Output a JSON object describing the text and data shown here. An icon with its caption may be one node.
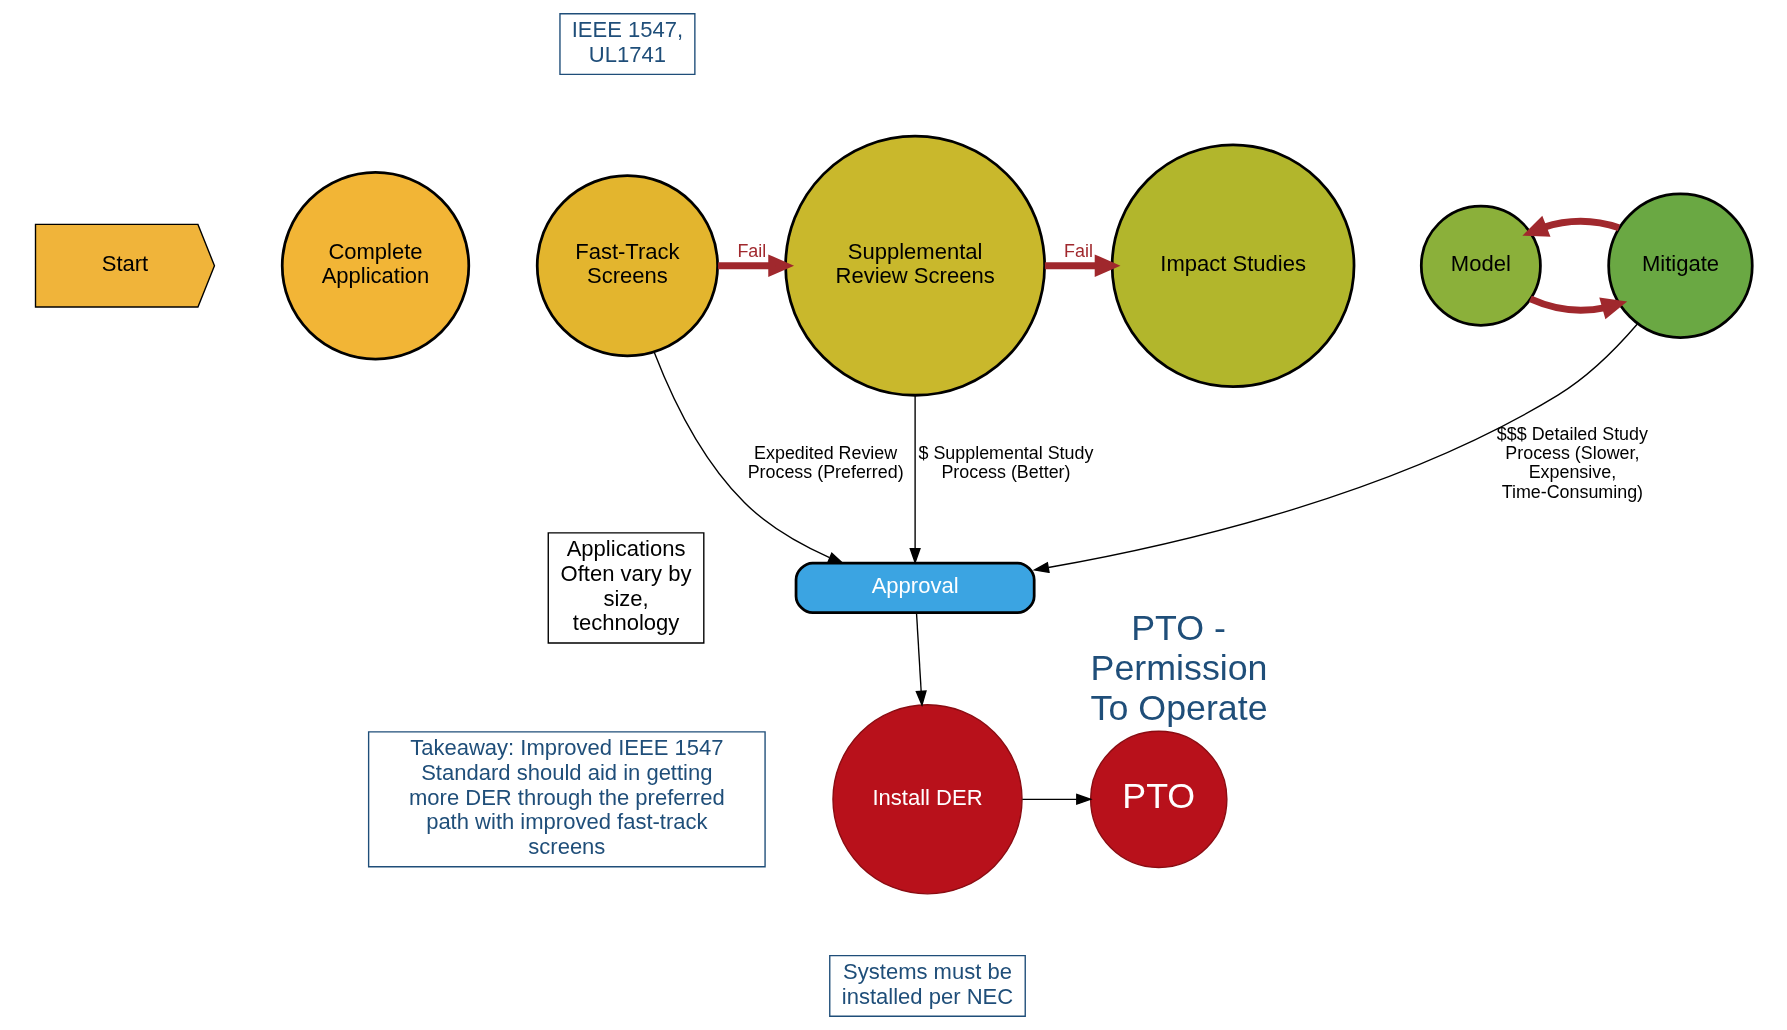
{
  "diagram": {
    "nodes": [
      {
        "text": [
          "Start"
        ]
      },
      {
        "text": [
          "Complete Application"
        ]
      },
      {
        "text": [
          "Fast-Track Screens"
        ]
      },
      {
        "text": [
          "Supplemental",
          "Review Screens"
        ]
      },
      {
        "text": [
          "Impact Studies"
        ]
      },
      {
        "text": [
          "Model"
        ]
      },
      {
        "text": [
          "Mitigate"
        ]
      },
      {
        "text": [
          "Approval"
        ]
      },
      {
        "text": [
          "Install DER"
        ]
      },
      {
        "text": [
          "PTO"
        ],
        "beside": [
          "PTO - Permission To Operate"
        ]
      },
      {
        "text": [
          "IEEE 1547, UL1741"
        ]
      },
      {
        "text": [
          "Applications Often vary by size, technology"
        ]
      },
      {
        "text": [
          "Takeaway: Improved IEEE 1547 Standard should aid in getting more DER through the preferred path with improved fast-track screens"
        ]
      },
      {
        "text": [
          "Systems must be installed per NEC"
        ]
      }
    ],
    "edges": [
      {
        "from": 2,
        "to": 3,
        "arrow": "to",
        "label": "Fail",
        "style": "thick",
        "color": "#a0282d"
      },
      {
        "from": 3,
        "to": 4,
        "arrow": "to",
        "label": "Fail",
        "style": "thick",
        "color": "#a0282d"
      },
      {
        "from": 5,
        "to": 6,
        "arrow": "to",
        "style": "thick",
        "color": "#a0282d"
      },
      {
        "from": 6,
        "to": 5,
        "arrow": "to",
        "style": "thick",
        "color": "#a0282d"
      },
      {
        "from": 2,
        "to": 7,
        "arrow": "to",
        "label": "Expedited Review Process (Preferred)"
      },
      {
        "from": 3,
        "to": 7,
        "arrow": "to",
        "label": "$ Supplemental Study Process (Better)"
      },
      {
        "from": 6,
        "to": 7,
        "arrow": "to",
        "label": "$$$ Detailed Study Process (Slower, Expensive, Time-Consuming)"
      },
      {
        "from": 7,
        "to": 8,
        "arrow": "to"
      },
      {
        "from": 8,
        "to": 9,
        "arrow": "to"
      }
    ]
  }
}
